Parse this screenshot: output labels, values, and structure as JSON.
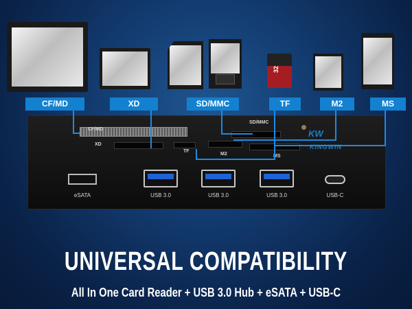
{
  "cards": [
    {
      "key": "cf",
      "label": "CF/MD"
    },
    {
      "key": "xd",
      "label": "XD"
    },
    {
      "key": "sd",
      "label": "SD/MMC"
    },
    {
      "key": "tf",
      "label": "TF"
    },
    {
      "key": "m2",
      "label": "M2"
    },
    {
      "key": "ms",
      "label": "MS"
    }
  ],
  "tf_card_capacity": "32",
  "panel": {
    "slot_labels": {
      "cf": "CF/MD",
      "xd": "XD",
      "sd": "SD/MMC",
      "tf": "TF",
      "m2": "M2",
      "ms": "MS"
    },
    "brand_logo": "KW",
    "brand_name": "KINGWIN",
    "ports": [
      "eSATA",
      "USB 3.0",
      "USB 3.0",
      "USB 3.0",
      "USB-C"
    ]
  },
  "headline": "UNIVERSAL COMPATIBILITY",
  "subline": "All In One Card Reader + USB 3.0 Hub + eSATA + USB-C",
  "colors": {
    "accent": "#1480d0",
    "usb_blue": "#1f63d6",
    "background_dark": "#0a2248"
  }
}
